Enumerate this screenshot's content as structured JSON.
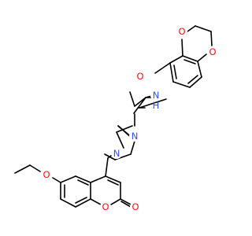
{
  "molecule": {
    "atoms": [
      {
        "id": "o_diox_top",
        "label": "O",
        "color": "#ff0d0d"
      },
      {
        "id": "o_diox_bottom",
        "label": "O",
        "color": "#ff0d0d"
      },
      {
        "id": "n_amide",
        "label": "N",
        "color": "#3050f8"
      },
      {
        "id": "h_amide",
        "label": "H",
        "color": "#3050f8"
      },
      {
        "id": "o_carbonyl_amide",
        "label": "O",
        "color": "#ff0d0d"
      },
      {
        "id": "n_pip_right",
        "label": "N",
        "color": "#3050f8"
      },
      {
        "id": "n_pip_left",
        "label": "N",
        "color": "#3050f8"
      },
      {
        "id": "o_ethoxy",
        "label": "O",
        "color": "#ff0d0d"
      },
      {
        "id": "o_ring_coumarin",
        "label": "O",
        "color": "#ff0d0d"
      },
      {
        "id": "o_carbonyl_coumarin",
        "label": "O",
        "color": "#ff0d0d"
      }
    ],
    "bond_color": "#000000"
  }
}
